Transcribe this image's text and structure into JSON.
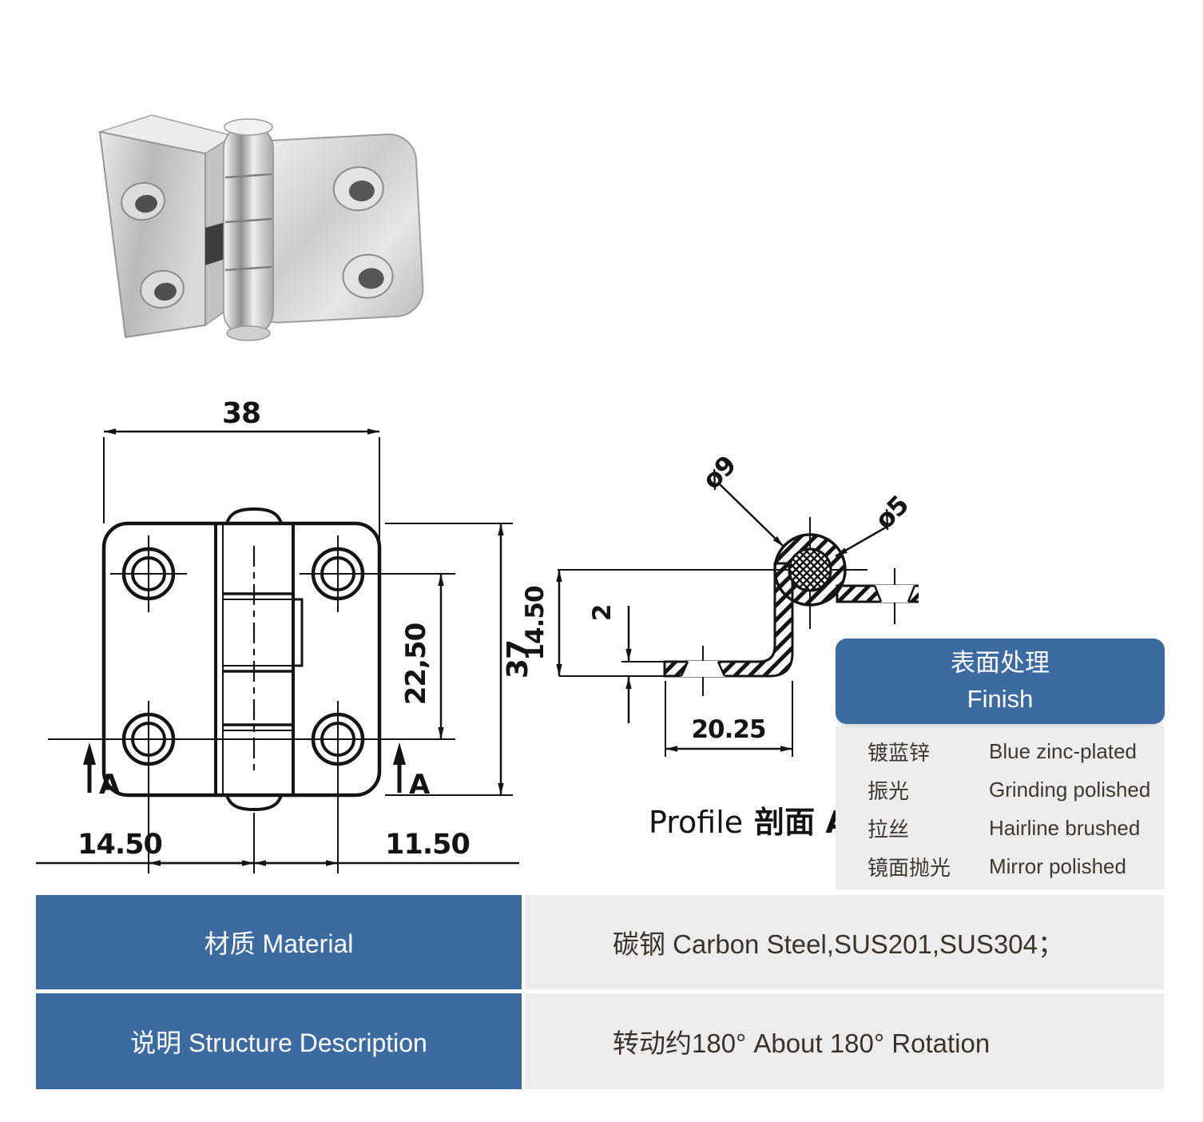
{
  "colors": {
    "accent_blue": "#3b6ba0",
    "panel_gray": "#ededed",
    "line_black": "#141414",
    "value_text": "#3a332c"
  },
  "photo": {
    "label": "stainless-steel-hinge-photo"
  },
  "front_view": {
    "dim_width": "38",
    "dim_height": "37",
    "dim_hole_spacing": "22,50",
    "dim_left_offset": "14.50",
    "dim_right_offset": "11.50",
    "section_label_left": "A",
    "section_label_right": "A"
  },
  "profile_view": {
    "dim_barrel_dia": "ø9",
    "dim_pin_dia": "ø5",
    "dim_leaf_height": "14.50",
    "dim_thickness": "2",
    "dim_leaf_length": "20.25",
    "caption_en": "Profile",
    "caption_cn": "剖面 A-A"
  },
  "finish_panel": {
    "title_cn": "表面处理",
    "title_en": "Finish",
    "rows": [
      {
        "cn": "镀蓝锌",
        "en": "Blue zinc-plated"
      },
      {
        "cn": "振光",
        "en": "Grinding polished"
      },
      {
        "cn": "拉丝",
        "en": "Hairline brushed"
      },
      {
        "cn": "镜面抛光",
        "en": "Mirror polished"
      }
    ]
  },
  "spec_table": {
    "rows": [
      {
        "label": "材质 Material",
        "value": "碳钢  Carbon Steel,SUS201,SUS304；"
      },
      {
        "label": "说明 Structure Description",
        "value": "转动约180°  About 180° Rotation"
      }
    ]
  }
}
